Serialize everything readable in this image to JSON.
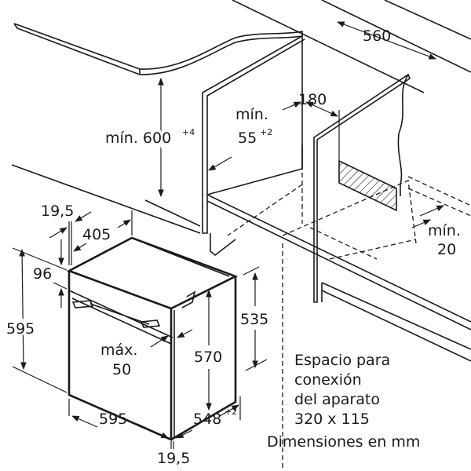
{
  "dimensions": {
    "niche_depth": "560",
    "niche_height_label": "mín. 600",
    "niche_height_tol": "+4",
    "side_gap_label": "mín.",
    "side_gap_value": "55",
    "side_gap_tol": "+2",
    "connection_offset": "180",
    "rear_gap_label": "mín.",
    "rear_gap_value": "20",
    "front_panel_depth": "19,5",
    "top_vent_depth": "405",
    "control_panel_height": "96",
    "oven_height": "595",
    "body_height": "535",
    "door_protrusion_label": "máx.",
    "door_protrusion_value": "50",
    "cavity_height": "570",
    "oven_width": "595",
    "oven_depth": "548",
    "oven_depth_tol": "+2",
    "bottom_front_depth": "19,5"
  },
  "note": {
    "lines": [
      "Espacio para",
      "conexión",
      "del aparato",
      "320 x 115"
    ],
    "units": "Dimensiones en mm"
  }
}
